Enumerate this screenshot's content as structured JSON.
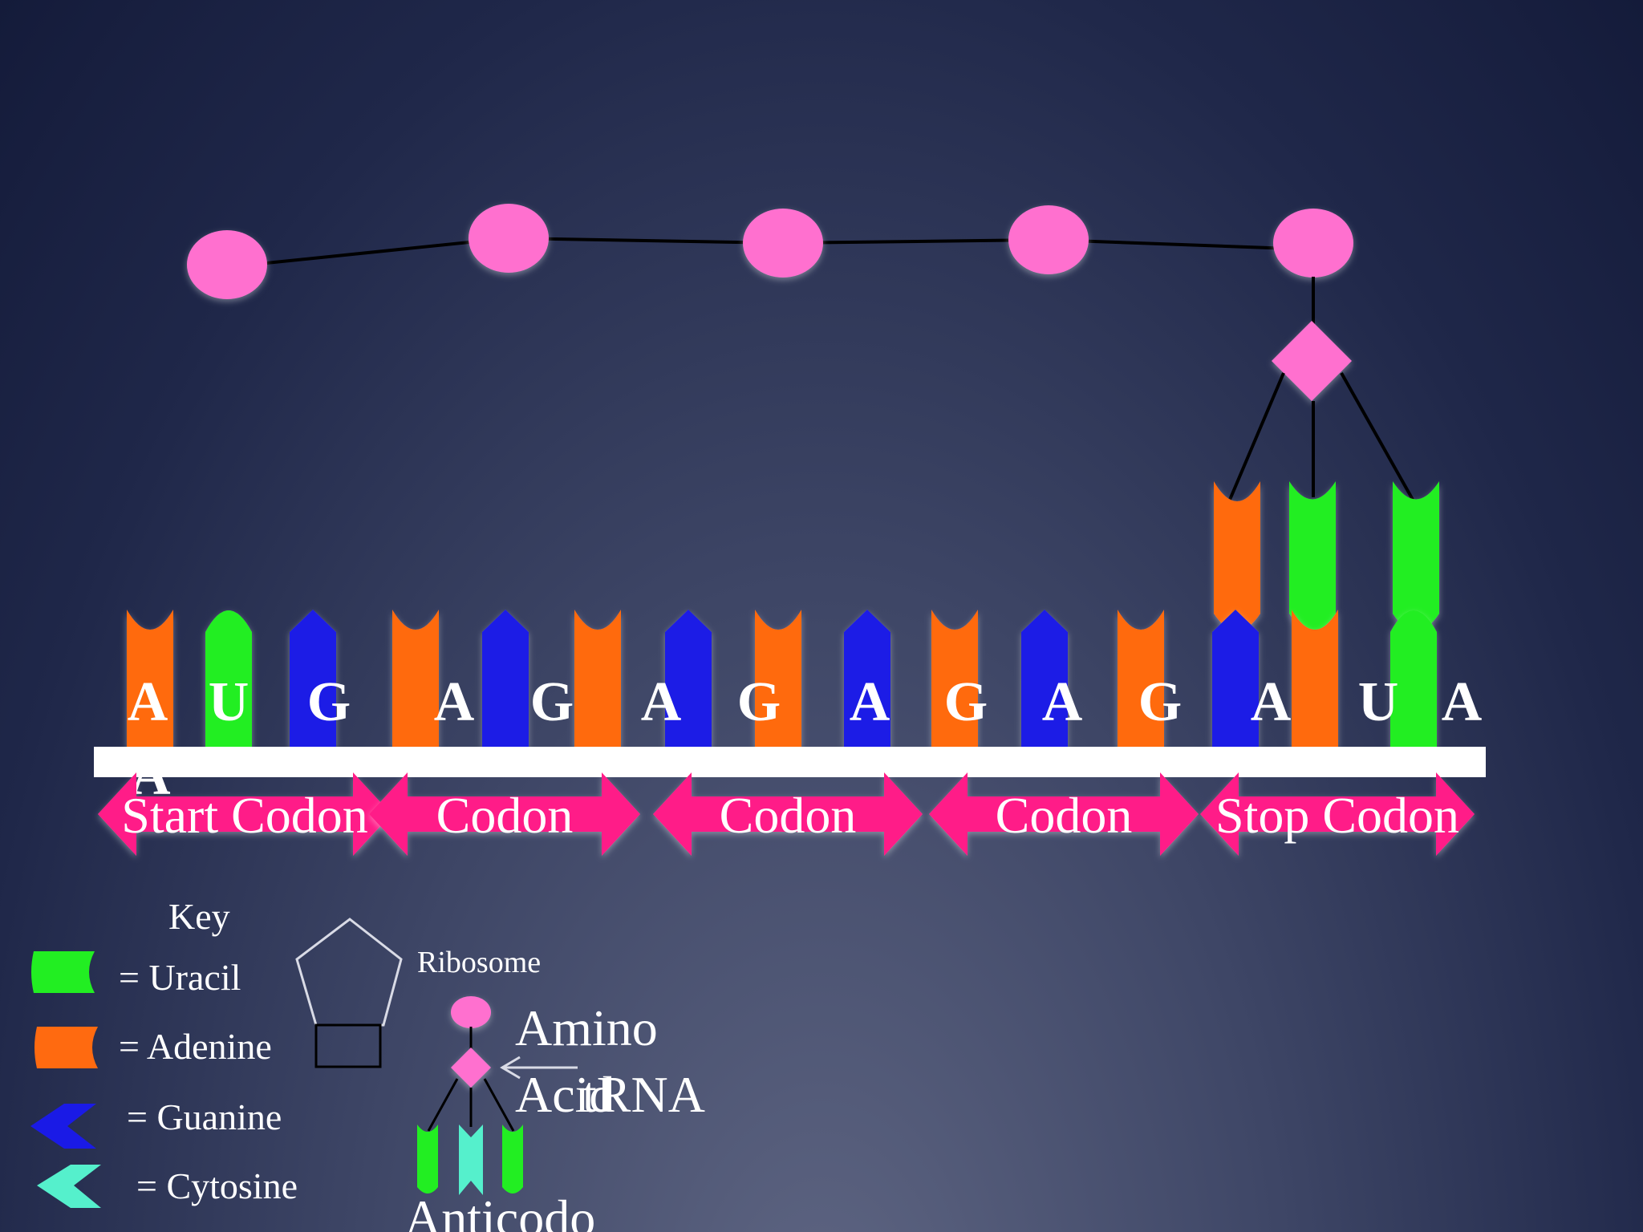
{
  "colors": {
    "uracil": "#22ee22",
    "adenine": "#ff6a10",
    "guanine": "#1a1ae6",
    "cytosine": "#55f0cc",
    "amino_acid": "#ff70cf",
    "arrow": "#ff1a88",
    "strand": "#ffffff"
  },
  "mrna": {
    "bases": [
      {
        "letter": "A",
        "type": "adenine"
      },
      {
        "letter": "U",
        "type": "uracil"
      },
      {
        "letter": "G",
        "type": "guanine"
      },
      {
        "letter": "A",
        "type": "adenine"
      },
      {
        "letter": "G",
        "type": "guanine"
      },
      {
        "letter": "A",
        "type": "adenine"
      },
      {
        "letter": "G",
        "type": "guanine"
      },
      {
        "letter": "A",
        "type": "adenine"
      },
      {
        "letter": "G",
        "type": "guanine"
      },
      {
        "letter": "A",
        "type": "adenine"
      },
      {
        "letter": "G",
        "type": "guanine"
      },
      {
        "letter": "A",
        "type": "adenine"
      },
      {
        "letter": "G",
        "type": "guanine"
      },
      {
        "letter": "A",
        "type": "adenine"
      },
      {
        "letter": "U",
        "type": "uracil"
      },
      {
        "letter": "A",
        "type": "adenine"
      }
    ],
    "stray_letter": "A"
  },
  "codons": [
    {
      "label": "Start Codon"
    },
    {
      "label": "Codon"
    },
    {
      "label": "Codon"
    },
    {
      "label": "Codon"
    },
    {
      "label": "Stop Codon"
    }
  ],
  "trna_anticodon": [
    "adenine",
    "uracil",
    "uracil"
  ],
  "key": {
    "title": "Key",
    "items": [
      {
        "label": "= Uracil",
        "type": "uracil"
      },
      {
        "label": "= Adenine",
        "type": "adenine"
      },
      {
        "label": "= Guanine",
        "type": "guanine"
      },
      {
        "label": "= Cytosine",
        "type": "cytosine"
      }
    ],
    "ribosome_label": "Ribosome",
    "amino_label": "Amino",
    "acid_label": "Acid",
    "trna_label": "tRNA",
    "anticodon_label": "Anticodo"
  }
}
